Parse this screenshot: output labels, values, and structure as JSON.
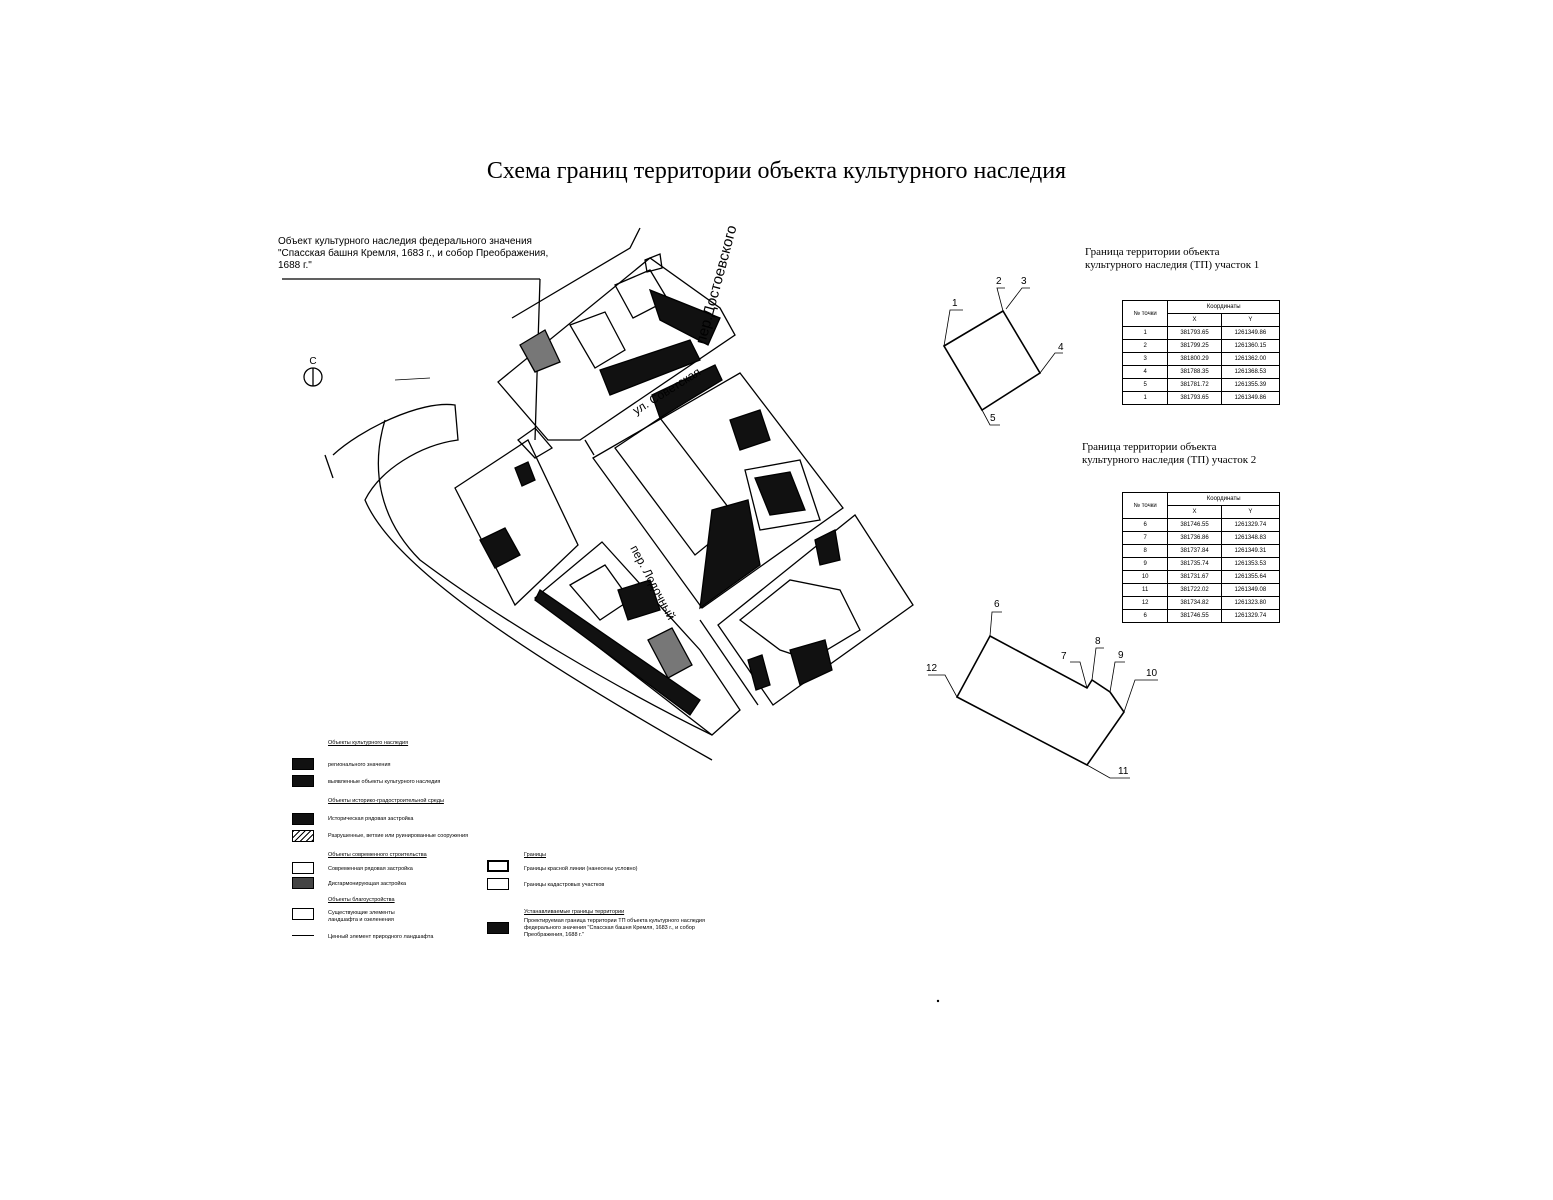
{
  "title": "Схема границ территории объекта культурного наследия",
  "callout": "Объект культурного наследия федерального значения \"Спасская башня Кремля, 1683 г., и собор Преображения, 1688 г.\"",
  "north": "С",
  "streets": {
    "dostoevskogo": "пер.Достоевского",
    "sovetskaya": "ул. Советская",
    "lodochny": "пер. Лодочный"
  },
  "section1": {
    "title_line1": "Граница территории объекта",
    "title_line2": "культурного наследия (ТП) участок 1",
    "header_no": "№ точки",
    "header_coords": "Координаты",
    "header_x": "X",
    "header_y": "Y",
    "rows": [
      [
        "1",
        "381793.65",
        "1261349.86"
      ],
      [
        "2",
        "381799.25",
        "1261360.15"
      ],
      [
        "3",
        "381800.29",
        "1261362.00"
      ],
      [
        "4",
        "381788.35",
        "1261368.53"
      ],
      [
        "5",
        "381781.72",
        "1261355.39"
      ],
      [
        "1",
        "381793.65",
        "1261349.86"
      ]
    ],
    "point_labels": [
      "1",
      "2",
      "3",
      "4",
      "5"
    ]
  },
  "section2": {
    "title_line1": "Граница территории объекта",
    "title_line2": "культурного наследия (ТП) участок 2",
    "header_no": "№ точки",
    "header_coords": "Координаты",
    "header_x": "X",
    "header_y": "Y",
    "rows": [
      [
        "6",
        "381746.55",
        "1261329.74"
      ],
      [
        "7",
        "381736.86",
        "1261348.83"
      ],
      [
        "8",
        "381737.84",
        "1261349.31"
      ],
      [
        "9",
        "381735.74",
        "1261353.53"
      ],
      [
        "10",
        "381731.67",
        "1261355.64"
      ],
      [
        "11",
        "381722.02",
        "1261349.08"
      ],
      [
        "12",
        "381734.82",
        "1261323.80"
      ],
      [
        "6",
        "381746.55",
        "1261329.74"
      ]
    ],
    "point_labels": [
      "6",
      "7",
      "8",
      "9",
      "10",
      "11",
      "12"
    ]
  },
  "legend": {
    "heritage_head": "Объекты культурного наследия",
    "regional": "регионального значения",
    "identified": "выявленные объекты культурного наследия",
    "historic_head": "Объекты историко-градостроительной среды",
    "historic_row": "Историческая рядовая застройка",
    "ruined": "Разрушенные, ветхие или руинированные сооружения",
    "modern_head": "Объекты современного строительства",
    "modern_row": "Современная рядовая застройка",
    "dissonant": "Дисгармонирующая застройка",
    "improvement_head": "Объекты благоустройства",
    "landscape": "Существующие элементы ландшафта и озеленения",
    "valuable": "Ценный элемент природного ландшафта",
    "borders_head": "Границы",
    "red_lines": "Границы красной линии (нанесены условно)",
    "cadastral": "Границы кадастровых участков",
    "established_head": "Устанавливаемые границы территории",
    "projected": "Проектируемая граница территории ТП объекта культурного наследия федерального значения \"Спасская башня Кремля, 1683 г., и собор Преображения, 1688 г.\""
  },
  "colors": {
    "ink": "#000000",
    "dark_fill": "#111111",
    "paper": "#ffffff"
  }
}
